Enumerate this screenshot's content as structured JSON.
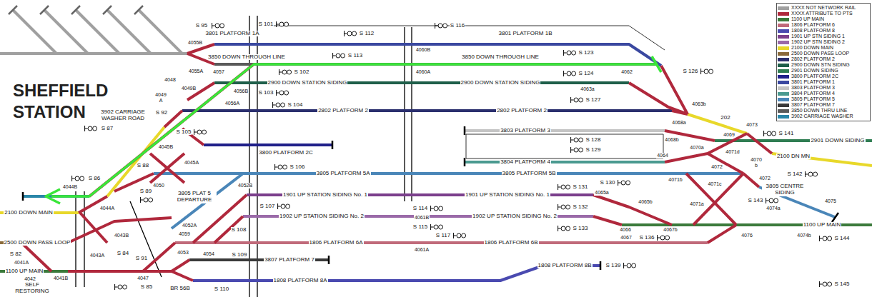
{
  "diagram": {
    "title": "SHEFFIELD STATION",
    "labels": [
      "3801 PLATFORM 1A",
      "3801 PLATFORM 1B",
      "3850 DOWN THROUGH LINE",
      "3850 DOWN THROUGH LINE",
      "2900 DOWN STATION SIDING",
      "2900 DOWN STATION SIDING",
      "2802 PLATFORM 2",
      "2802 PLATFORM 2",
      "3803 PLATFORM 3",
      "3800 PLATFORM 2C",
      "3804 PLATFORM 4",
      "3805 PLATFORM 5A",
      "3805 PLATFORM 5B",
      "1901 UP STATION SIDING No. 1",
      "1901 UP STATION SIDING No. 1",
      "1902 UP STATION SIDING No. 2",
      "1902 UP STATION SIDING No. 2",
      "1806 PLATFORM 6A",
      "1806 PLATFORM 6B",
      "3807 PLATFORM 7",
      "1808 PLATFORM 8A",
      "1808 PLATFORM 8B",
      "2901 DOWN SIDING",
      "2100 DN MN",
      "3805 CENTRE SIDING",
      "1100 UP MAIN",
      "2100 DOWN MAIN",
      "2500 DOWN PASS LOOP",
      "1100 UP MAIN",
      "3902 CARRIAGE WASHER ROAD",
      "3805 PLAT 5 DEPARTURE",
      "BR 56B",
      "202",
      "4042",
      "SELF RESTORING",
      "S 95",
      "S 101",
      "S 112",
      "S 116",
      "S 113",
      "S 102",
      "S 103",
      "S 123",
      "S 126",
      "S 124",
      "S 92",
      "S 104",
      "S 127",
      "S 105",
      "S 128",
      "S 129",
      "S 106",
      "S 87",
      "S 86",
      "S 88",
      "S 89",
      "S 141",
      "S 142",
      "S 130",
      "S 131",
      "S 107",
      "S 132",
      "S 108",
      "S 114",
      "S 115",
      "S 117",
      "S 133",
      "S 136",
      "S 143",
      "S 144",
      "S 145",
      "S 82",
      "S 84",
      "S 85",
      "S 91",
      "S 109",
      "S 110",
      "S 139",
      "4055B",
      "4055A",
      "4057",
      "4060B",
      "4060A",
      "4062",
      "4048",
      "4049B",
      "4049 A",
      "4056A",
      "4056B",
      "4063a",
      "4063b",
      "4068a",
      "4073",
      "4069",
      "4068b",
      "4070a",
      "4064",
      "4071d",
      "4072",
      "4070 b",
      "4071b",
      "4071c",
      "4072",
      "4074a",
      "4075",
      "4065a",
      "4065b",
      "4066",
      "4071a",
      "4067b",
      "4067",
      "4076",
      "4074b",
      "4045B",
      "4045A",
      "4050",
      "4044B",
      "4044A",
      "4052B",
      "4052A",
      "4059",
      "4061B",
      "4061A",
      "4043B",
      "4043A",
      "4041A",
      "4041B",
      "4047",
      "4053",
      "4054"
    ],
    "legend": [
      {
        "text": "XXXX NOT NETWORK RAIL",
        "color": "#a0a0a0"
      },
      {
        "text": "XXXX ATTRIBUTE TO PTS",
        "color": "#b0283c"
      },
      {
        "text": "1100 UP MAIN",
        "color": "#3b7a3b"
      },
      {
        "text": "1806 PLATFORM 6",
        "color": "#c06a7a"
      },
      {
        "text": "1808 PLATFORM 8",
        "color": "#4a4ab0"
      },
      {
        "text": "1901 UP STN SIDING 1",
        "color": "#7b3f8c"
      },
      {
        "text": "1902 UP STN SIDING 2",
        "color": "#9a6aa8"
      },
      {
        "text": "2100 DOWN MAIN",
        "color": "#e8d82a"
      },
      {
        "text": "2500 DOWN PASS LOOP",
        "color": "#8a6a3a"
      },
      {
        "text": "2802 PLATFORM 2",
        "color": "#2b2f6e"
      },
      {
        "text": "2900 DOWN STN SIDING",
        "color": "#1f5f4a"
      },
      {
        "text": "2901 DOWN SIDING",
        "color": "#2f7d52"
      },
      {
        "text": "3800 PLATFORM 2C",
        "color": "#20208a"
      },
      {
        "text": "3801 PLATFORM 1",
        "color": "#3a48a0"
      },
      {
        "text": "3803 PLATFORM 3",
        "color": "#c4c4c4"
      },
      {
        "text": "3804 PLATFORM 4",
        "color": "#4a9a90"
      },
      {
        "text": "3805 PLATFORM 5",
        "color": "#4a86b8"
      },
      {
        "text": "3807 PLATFORM 7",
        "color": "#3a3a3a"
      },
      {
        "text": "3850 DOWN THRU LINE",
        "color": "#5a5a5a"
      },
      {
        "text": "3902 CARRIAGE WASHER",
        "color": "#2a86a8"
      }
    ]
  }
}
